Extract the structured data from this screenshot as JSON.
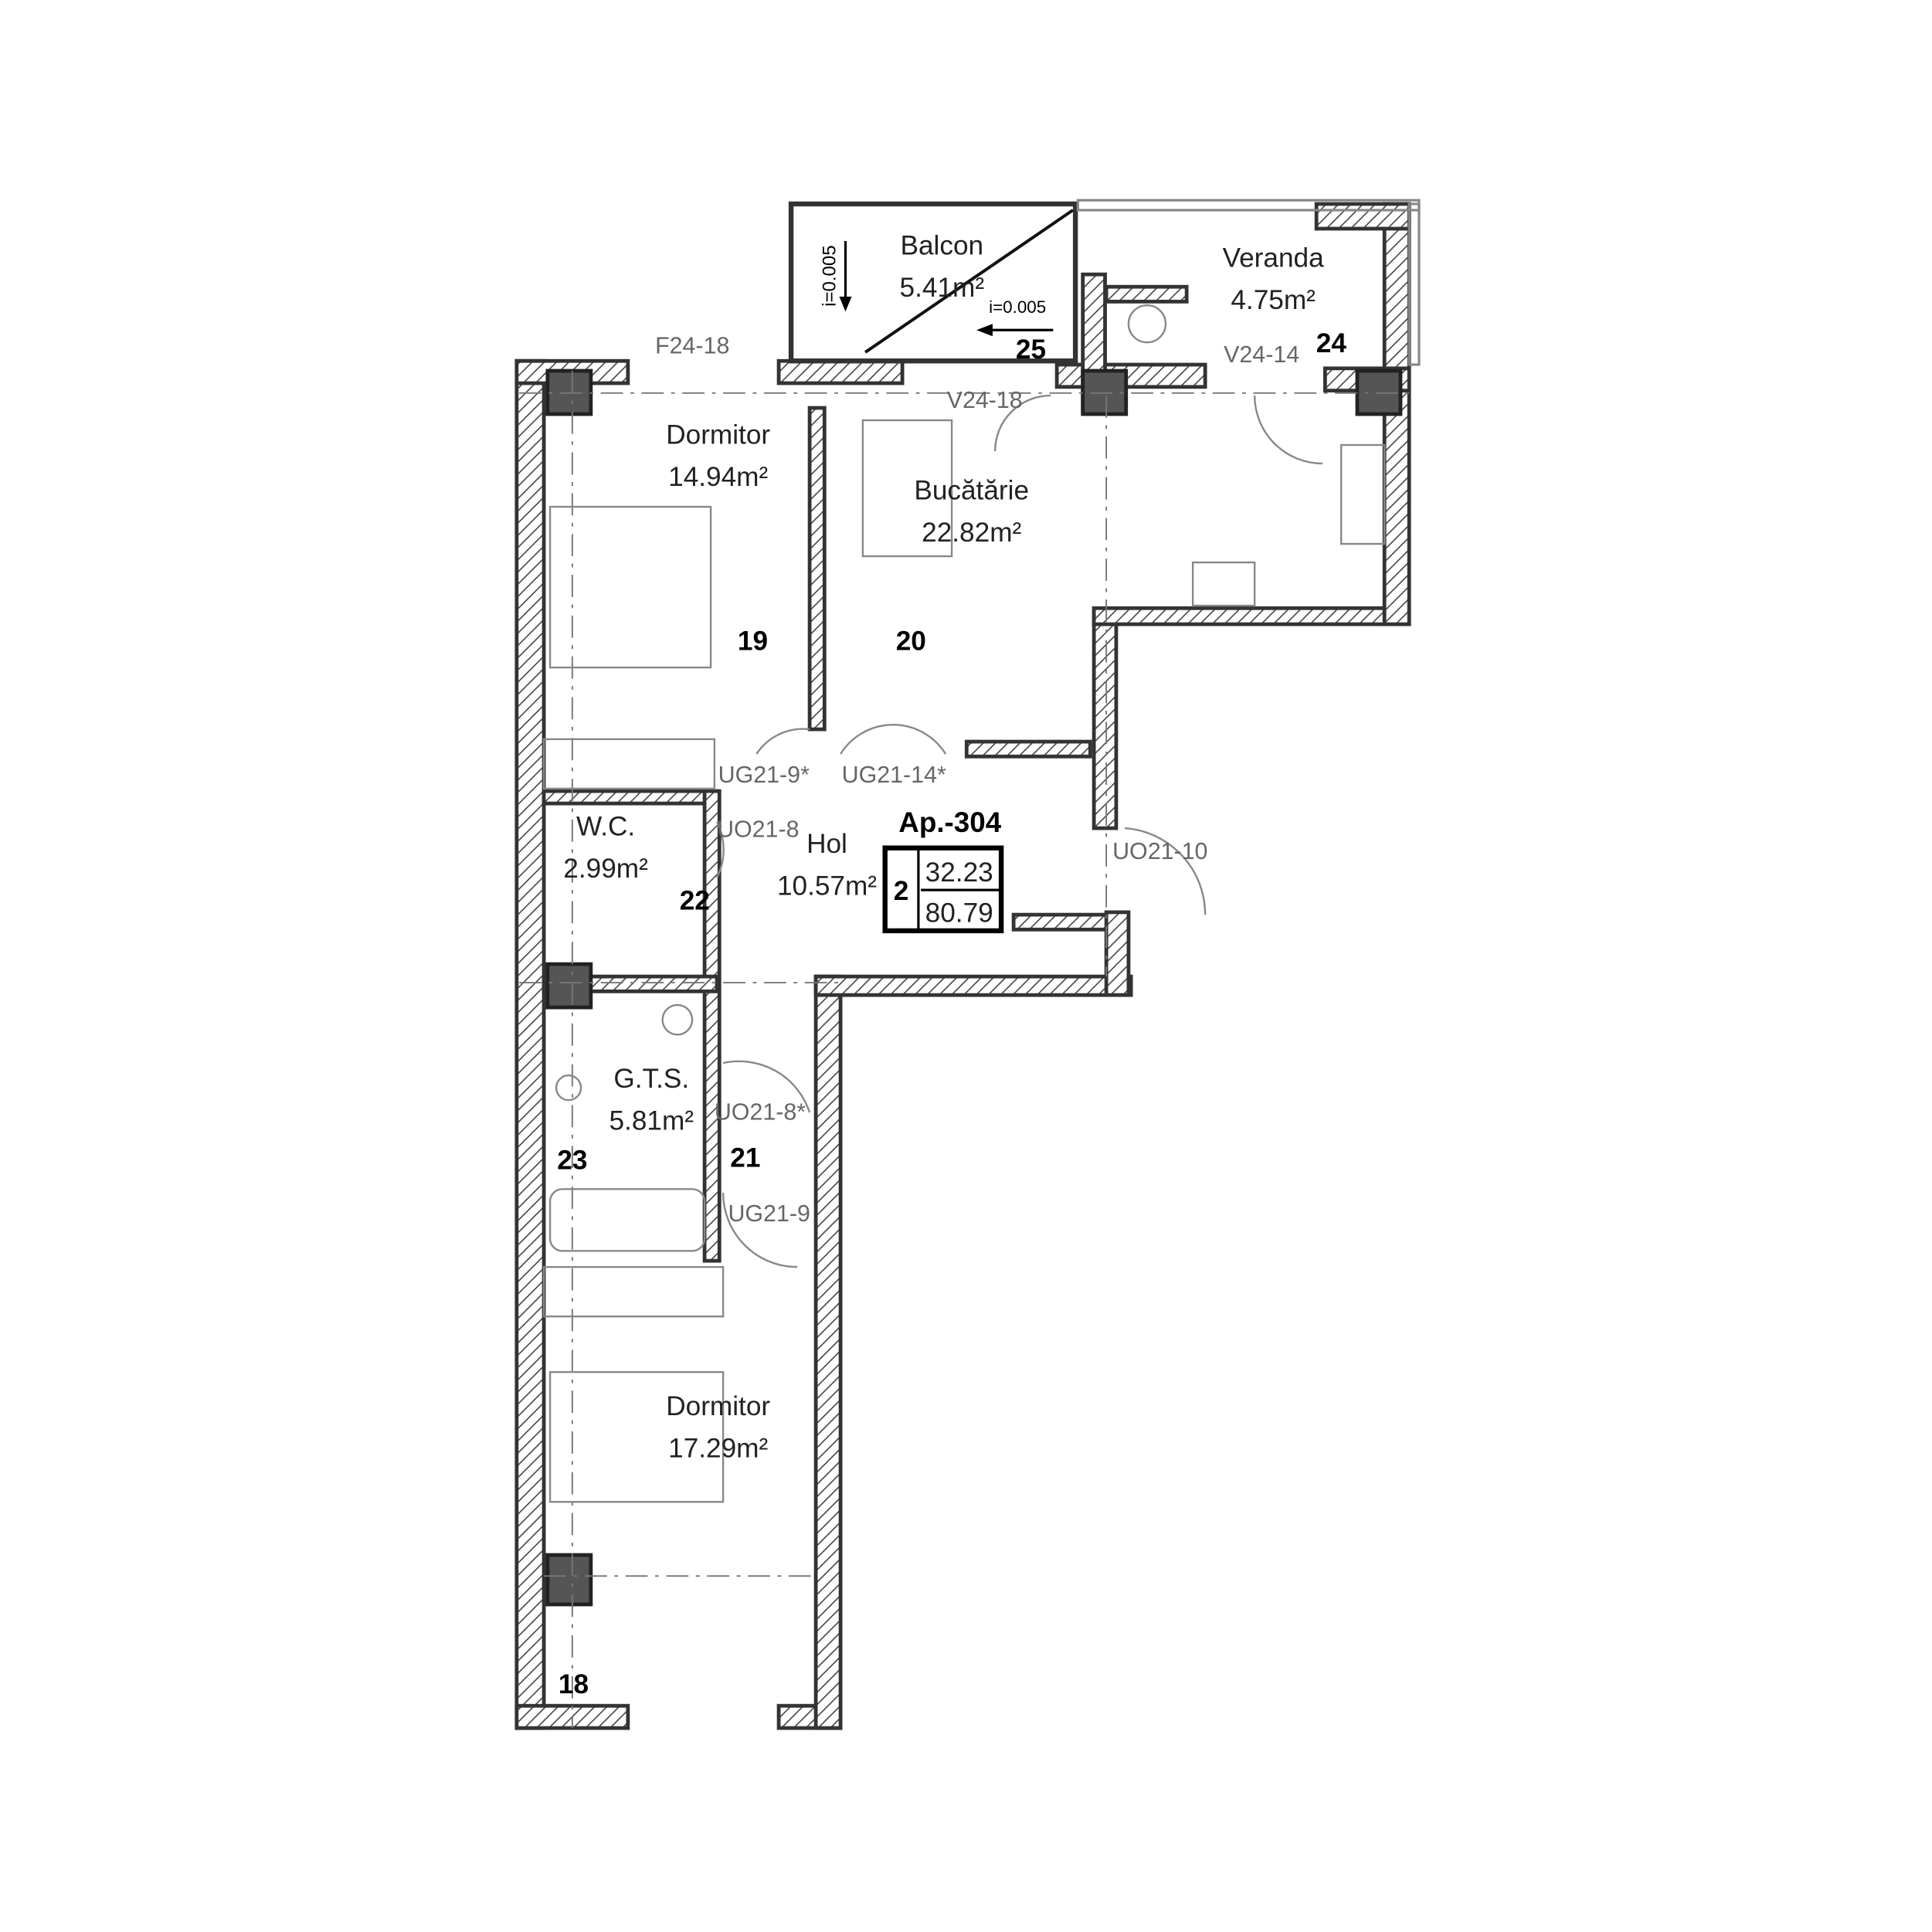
{
  "apartment": {
    "label": "Ap.-304",
    "rooms_count": "2",
    "living_area": "32.23",
    "total_area": "80.79"
  },
  "rooms": [
    {
      "name": "Balcon",
      "area": "5.41m²"
    },
    {
      "name": "Veranda",
      "area": "4.75m²"
    },
    {
      "name": "Dormitor",
      "area": "14.94m²"
    },
    {
      "name": "Bucătărie",
      "area": "22.82m²"
    },
    {
      "name": "W.C.",
      "area": "2.99m²"
    },
    {
      "name": "Hol",
      "area": "10.57m²"
    },
    {
      "name": "G.T.S.",
      "area": "5.81m²"
    },
    {
      "name": "Dormitor",
      "area": "17.29m²"
    }
  ],
  "axis_numbers": [
    "18",
    "19",
    "20",
    "21",
    "22",
    "23",
    "24",
    "25"
  ],
  "slopes": [
    "i=0.005",
    "i=0.005"
  ],
  "openings": [
    "F24-18",
    "V24-18",
    "V24-14",
    "UG21-9*",
    "UG21-14*",
    "UO21-8",
    "UO21-10",
    "UO21-8*",
    "UG21-9"
  ]
}
